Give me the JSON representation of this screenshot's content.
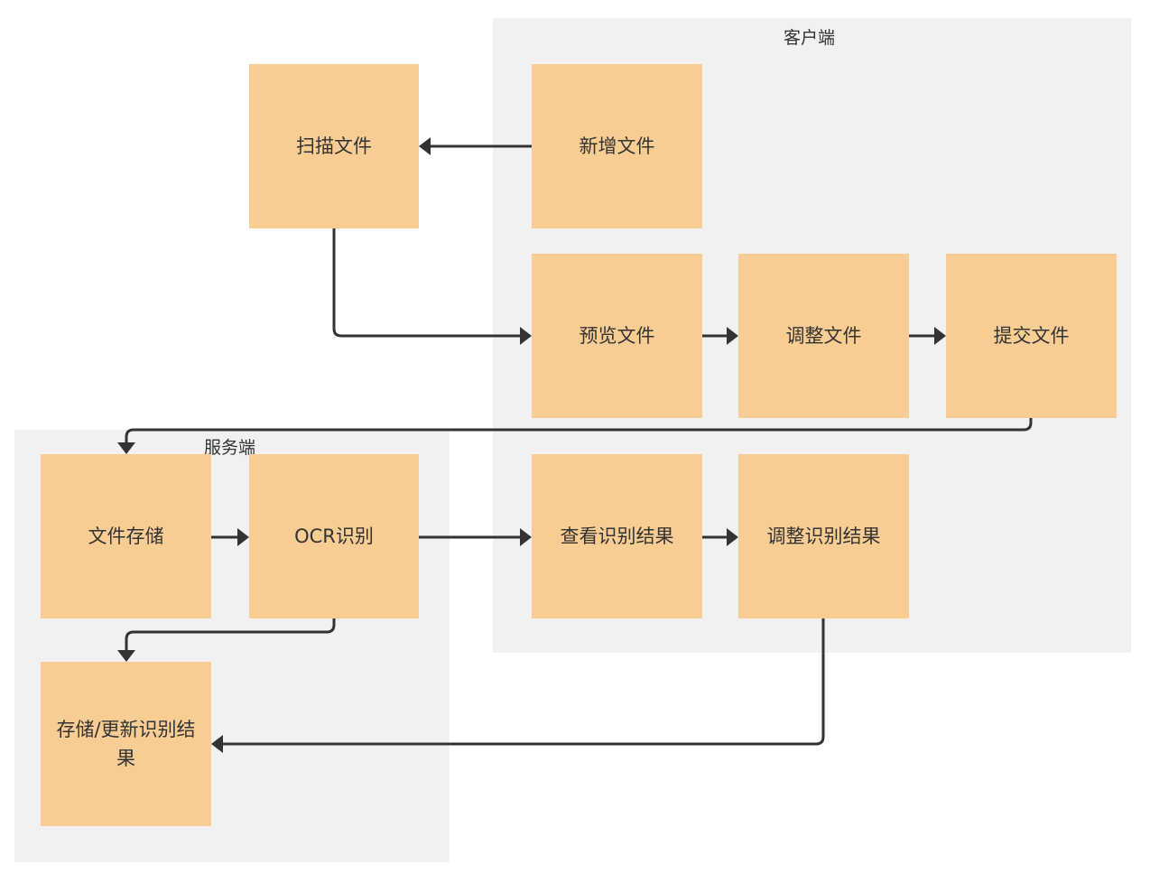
{
  "zones": {
    "client": {
      "label": "客户端"
    },
    "server": {
      "label": "服务端"
    }
  },
  "nodes": {
    "scan_file": "扫描文件",
    "add_file": "新增文件",
    "preview_file": "预览文件",
    "adjust_file": "调整文件",
    "submit_file": "提交文件",
    "file_storage": "文件存储",
    "ocr_recognition": "OCR识别",
    "view_results": "查看识别结果",
    "adjust_results": "调整识别结果",
    "store_update_results": "存储/更新识别结果"
  },
  "colors": {
    "node_fill": "#f8cd93",
    "zone_fill": "#f1f1f1",
    "connector": "#333333",
    "text": "#333333"
  }
}
